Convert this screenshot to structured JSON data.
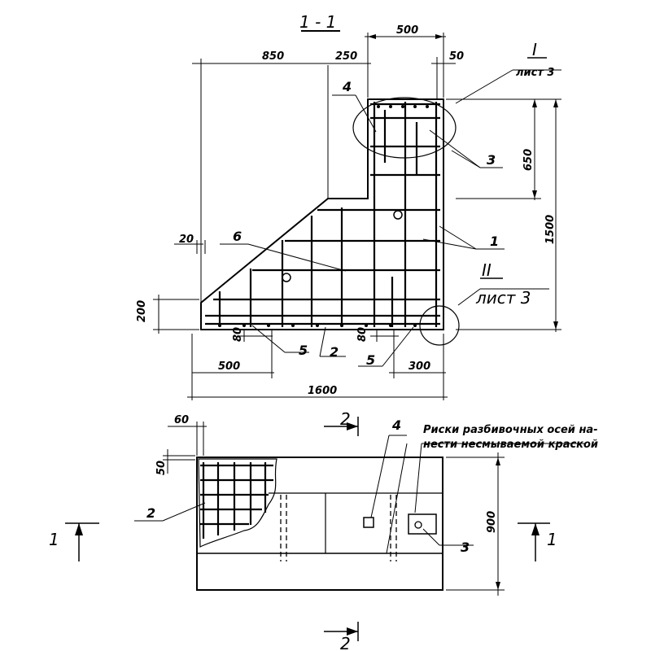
{
  "section_title": "1 - 1",
  "dims": {
    "d500_top": "500",
    "d850": "850",
    "d250": "250",
    "d50_top": "50",
    "d650": "650",
    "d1500": "1500",
    "d20": "20",
    "d200": "200",
    "d80_left": "80",
    "d80_right": "80",
    "d500_bottom": "500",
    "d300": "300",
    "d1600": "1600",
    "d60": "60",
    "d50_plan": "50",
    "d900": "900"
  },
  "callouts": {
    "c4_top": "4",
    "c3_top": "3",
    "c6": "6",
    "c1": "1",
    "c5_left": "5",
    "c2_section": "2",
    "c5_right": "5",
    "c4_plan": "4",
    "c2_plan": "2",
    "c3_plan": "3"
  },
  "detail_refs": {
    "ref1_num": "I",
    "ref1_sheet": "лист 3",
    "ref2_num": "II",
    "ref2_sheet": "лист 3"
  },
  "plan_labels": {
    "section_left": "1",
    "section_right": "1",
    "section_top": "2",
    "section_bottom": "2"
  },
  "note": {
    "line1": "Риски разбивочных осей на-",
    "line2": "нести несмываемой краской"
  }
}
